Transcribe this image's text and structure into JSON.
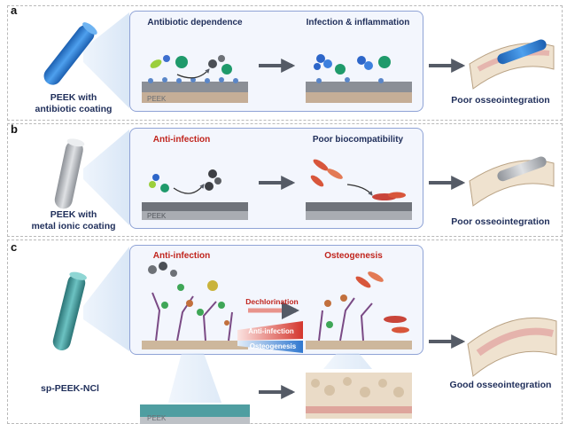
{
  "panels": {
    "a": {
      "letter": "a",
      "implant_label": "PEEK with\nantibiotic coating",
      "left_title": "Antibiotic dependence",
      "right_title": "Infection & inflammation",
      "substrate": "PEEK",
      "outcome": "Poor osseointegration"
    },
    "b": {
      "letter": "b",
      "implant_label": "PEEK with\nmetal ionic coating",
      "left_title": "Anti-infection",
      "right_title": "Poor biocompatibility",
      "substrate": "PEEK",
      "outcome": "Poor osseointegration"
    },
    "c": {
      "letter": "c",
      "implant_label": "sp-PEEK-NCl",
      "left_title": "Anti-infection",
      "right_title": "Osteogenesis",
      "process": "Dechlorination",
      "band_top": "Anti-infection",
      "band_bottom": "Osteogenesis",
      "substrate": "PEEK",
      "outcome": "Good osseointegration"
    }
  },
  "colors": {
    "frame": "#8fa3d6",
    "accent_red": "#c0241d",
    "text_dark": "#1f2e5a",
    "rod_blue": "#2d7fd6",
    "rod_gray": "#b9bcc2",
    "rod_teal": "#3f9a9c",
    "arrow": "#555b66"
  }
}
